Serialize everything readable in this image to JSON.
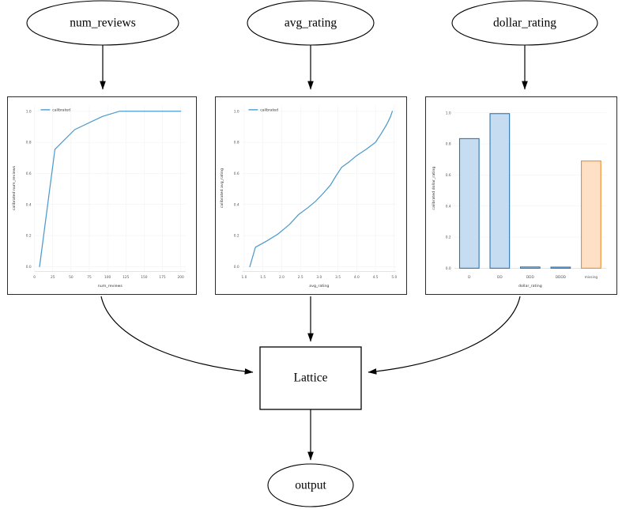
{
  "graph": {
    "input_nodes": [
      {
        "id": "num_reviews",
        "label": "num_reviews"
      },
      {
        "id": "avg_rating",
        "label": "avg_rating"
      },
      {
        "id": "dollar_rating",
        "label": "dollar_rating"
      }
    ],
    "lattice_node": {
      "label": "Lattice"
    },
    "output_node": {
      "label": "output"
    }
  },
  "colors": {
    "line": "#4c9acb",
    "bar_fill_blue": "#c6dcf0",
    "bar_edge_blue": "#2b73b3",
    "bar_fill_orange": "#fde0c5",
    "bar_edge_orange": "#ef8a22",
    "panel_border": "#2b2b2b",
    "grid": "#eceff3",
    "text": "#000000"
  },
  "chart_data": [
    {
      "type": "line",
      "title": "",
      "xlabel": "num_reviews",
      "ylabel": "calibrated num_reviews",
      "legend": [
        "calibrated"
      ],
      "legend_position": "upper left",
      "grid": true,
      "xlim": [
        0,
        207
      ],
      "ylim": [
        -0.03,
        1.04
      ],
      "xticks": [
        0,
        25,
        50,
        75,
        100,
        125,
        150,
        175,
        200
      ],
      "yticks": [
        0.0,
        0.2,
        0.4,
        0.6,
        0.8,
        1.0
      ],
      "xtick_labels": [
        "0",
        "25",
        "50",
        "75",
        "100",
        "125",
        "150",
        "175",
        "200"
      ],
      "ytick_labels": [
        "0.0",
        "0.2",
        "0.4",
        "0.6",
        "0.8",
        "1.0"
      ],
      "series": [
        {
          "name": "calibrated",
          "x": [
            7,
            28,
            55,
            93,
            116,
            140,
            165,
            200
          ],
          "y": [
            0.0,
            0.755,
            0.882,
            0.967,
            1.0,
            1.0,
            1.0,
            1.0
          ]
        }
      ]
    },
    {
      "type": "line",
      "title": "",
      "xlabel": "avg_rating",
      "ylabel": "calibrated avg_rating",
      "legend": [
        "calibrated"
      ],
      "legend_position": "upper left",
      "grid": true,
      "xlim": [
        0.95,
        5.05
      ],
      "ylim": [
        -0.03,
        1.04
      ],
      "xticks": [
        1.0,
        1.5,
        2.0,
        2.5,
        3.0,
        3.5,
        4.0,
        4.5,
        5.0
      ],
      "yticks": [
        0.0,
        0.2,
        0.4,
        0.6,
        0.8,
        1.0
      ],
      "xtick_labels": [
        "1.0",
        "1.5",
        "2.0",
        "2.5",
        "3.0",
        "3.5",
        "4.0",
        "4.5",
        "5.0"
      ],
      "ytick_labels": [
        "0.0",
        "0.2",
        "0.4",
        "0.6",
        "0.8",
        "1.0"
      ],
      "series": [
        {
          "name": "calibrated",
          "x": [
            1.15,
            1.3,
            1.6,
            1.9,
            2.2,
            2.45,
            2.7,
            2.9,
            3.1,
            3.3,
            3.45,
            3.6,
            3.8,
            4.0,
            4.25,
            4.5,
            4.65,
            4.8,
            4.9,
            4.95
          ],
          "y": [
            0.0,
            0.125,
            0.165,
            0.21,
            0.27,
            0.335,
            0.38,
            0.42,
            0.47,
            0.525,
            0.585,
            0.64,
            0.675,
            0.715,
            0.755,
            0.8,
            0.855,
            0.915,
            0.965,
            1.0
          ]
        }
      ]
    },
    {
      "type": "bar",
      "title": "",
      "xlabel": "dollar_rating",
      "ylabel": "calibrated dollar_rating",
      "grid": true,
      "ylim": [
        -0.02,
        1.05
      ],
      "yticks": [
        0.0,
        0.2,
        0.4,
        0.6,
        0.8,
        1.0
      ],
      "ytick_labels": [
        "0.0",
        "0.2",
        "0.4",
        "0.6",
        "0.8",
        "1.0"
      ],
      "categories": [
        "D",
        "DD",
        "DDD",
        "DDDD",
        "missing"
      ],
      "values": [
        0.834,
        0.995,
        0.008,
        0.0,
        0.69
      ],
      "bar_colors": [
        "blue",
        "blue",
        "blue",
        "blue",
        "orange"
      ]
    }
  ]
}
